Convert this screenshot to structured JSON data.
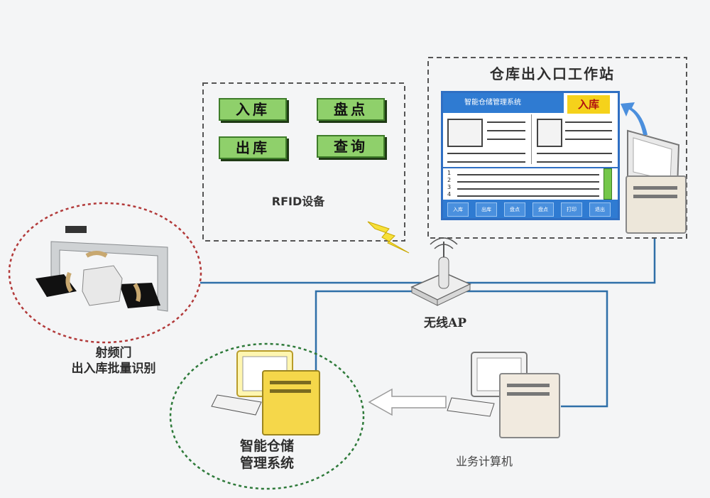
{
  "rfid_device": {
    "buttons": [
      "入库",
      "盘点",
      "出库",
      "查询"
    ],
    "label": "RFID设备"
  },
  "workstation": {
    "title": "仓库出入口工作站",
    "screen_title": "智能仓储管理系统",
    "screen_tag": "入库",
    "list_numbers": [
      "1",
      "2",
      "3",
      "4"
    ],
    "bottom_buttons": [
      "入库",
      "出库",
      "盘点",
      "盘点",
      "打印",
      "退出"
    ]
  },
  "rf_gate": {
    "label_line1": "射频门",
    "label_line2": "出入库批量识别"
  },
  "wireless_ap": {
    "label": "无线AP"
  },
  "wms": {
    "label_line1": "智能仓储",
    "label_line2": "管理系统"
  },
  "business_pc": {
    "label": "业务计算机"
  },
  "colors": {
    "link_line": "#2f6fa8",
    "button_green": "#8fd06b",
    "screen_blue": "#2f7bd2",
    "tag_yellow": "#f5d21b",
    "gate_circle": "#b23a3a",
    "wms_circle": "#2e7a3a"
  }
}
